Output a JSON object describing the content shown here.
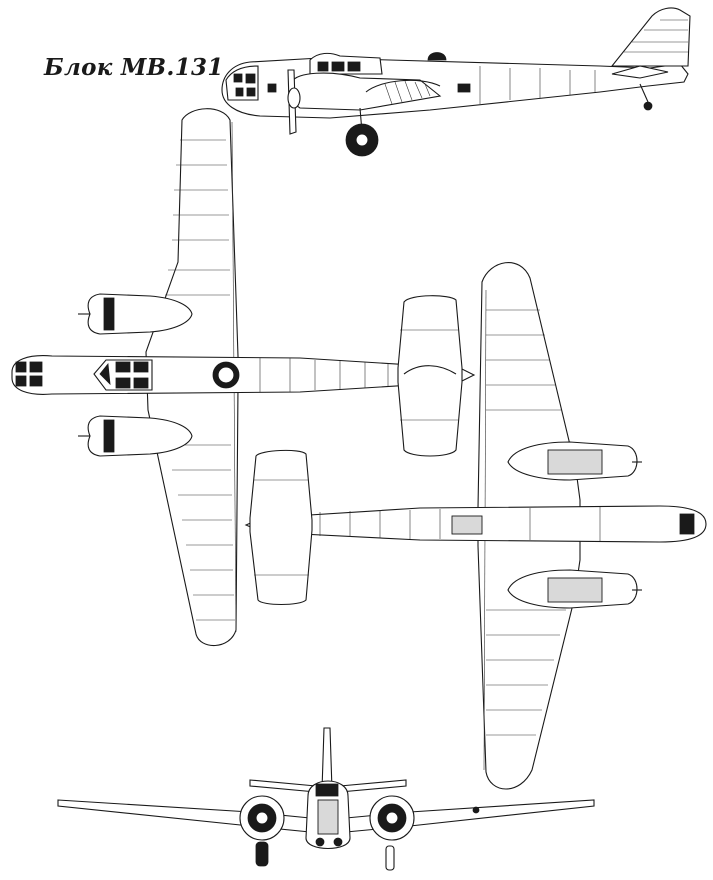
{
  "drawing": {
    "title": "Блок MB.131",
    "colors": {
      "ink": "#1a1a1a",
      "paper": "#ffffff",
      "shade": "#d9d9d9"
    },
    "views": [
      "side-view",
      "top-view",
      "bottom-view",
      "front-view"
    ]
  }
}
